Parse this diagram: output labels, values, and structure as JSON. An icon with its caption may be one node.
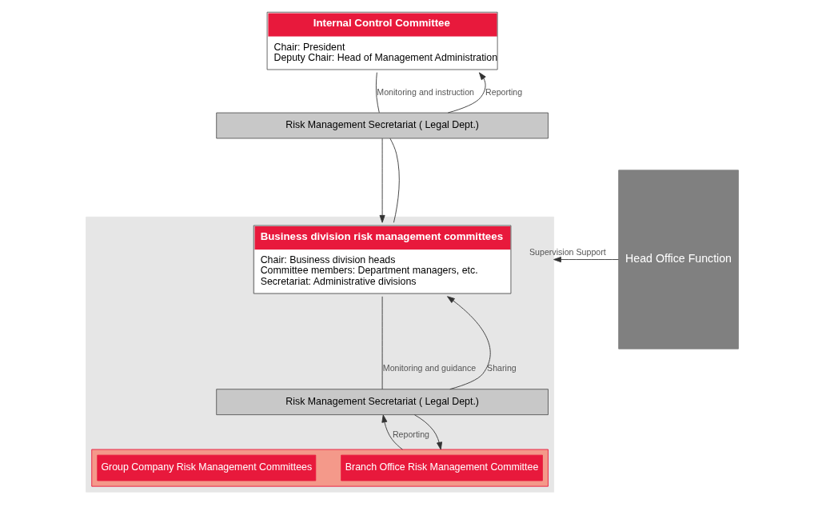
{
  "diagram": {
    "nodes": [
      {
        "text": [
          "Internal Control Committee",
          "Chair: President",
          "Deputy Chair: Head of Management Administration"
        ]
      },
      {
        "text": [
          "Risk Management Secretariat ( Legal Dept.)"
        ]
      },
      {
        "text": [],
        "shape": "box"
      },
      {
        "text": [
          "Business division risk management committees",
          "Chair: Business division heads",
          "Committee members: Department managers, etc.",
          "Secretariat: Administrative divisions"
        ],
        "in": 2
      },
      {
        "text": [
          "Risk Management Secretariat ( Legal Dept.)"
        ],
        "in": 2
      },
      {
        "text": [],
        "shape": "box",
        "in": 2
      },
      {
        "text": [
          "Branch Office Risk Management Committee"
        ],
        "in": 5
      },
      {
        "text": [
          "Group Company Risk Management Committees"
        ],
        "in": 5
      },
      {
        "text": [
          "Head Office Function"
        ]
      }
    ],
    "edges": [
      {
        "from": 1,
        "to": 0,
        "arrow": "to",
        "label": "Reporting"
      },
      {
        "from": 0,
        "to": 1,
        "arrow": "none",
        "label": "Monitoring and instruction"
      },
      {
        "from": 3,
        "to": 1,
        "arrow": "none"
      },
      {
        "from": 1,
        "to": 3,
        "arrow": "to"
      },
      {
        "from": 4,
        "to": 3,
        "arrow": "to",
        "label": "Sharing"
      },
      {
        "from": 3,
        "to": 4,
        "arrow": "none",
        "label": "Monitoring and guidance"
      },
      {
        "from": 5,
        "to": 4,
        "arrow": "to",
        "label": "Reporting"
      },
      {
        "from": 4,
        "to": 5,
        "arrow": "to"
      },
      {
        "from": 8,
        "to": 2,
        "arrow": "to",
        "label": "Supervision Support"
      }
    ]
  }
}
